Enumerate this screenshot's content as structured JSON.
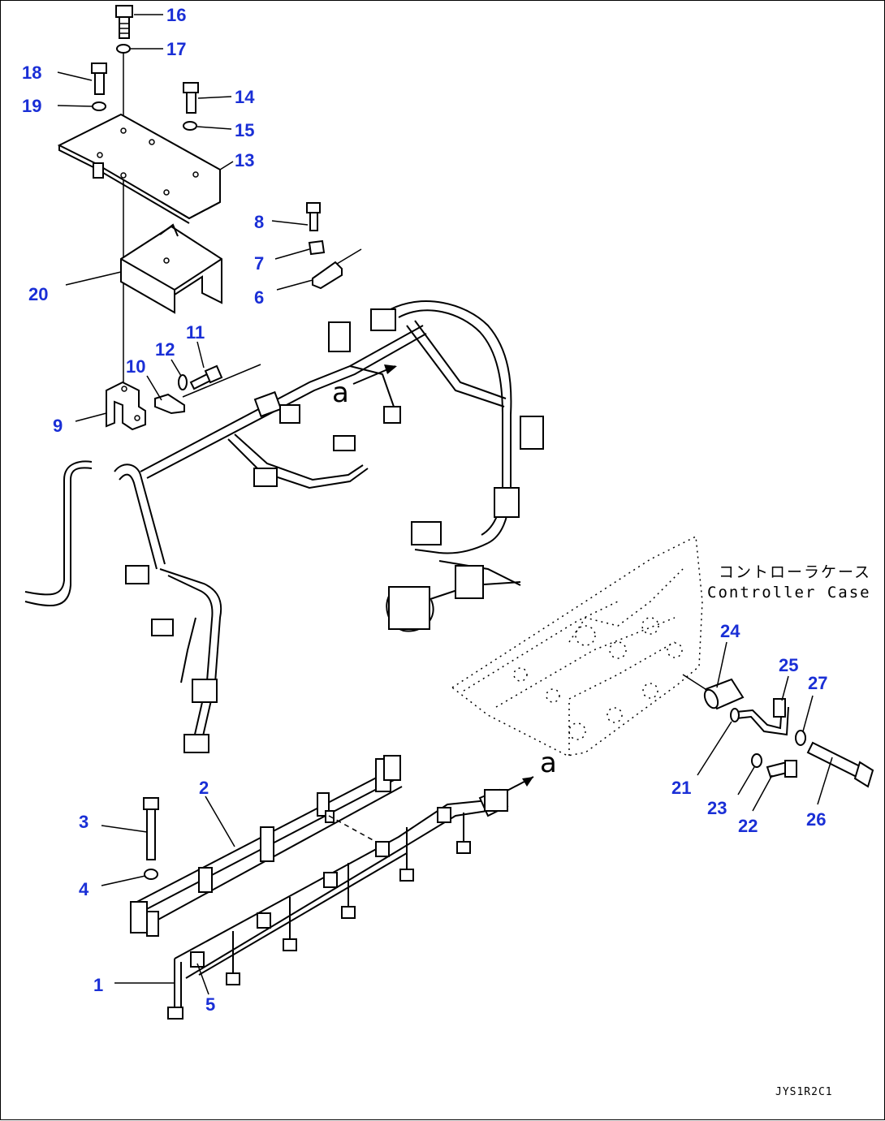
{
  "callouts": [
    "1",
    "2",
    "3",
    "4",
    "5",
    "6",
    "7",
    "8",
    "9",
    "10",
    "11",
    "12",
    "13",
    "14",
    "15",
    "16",
    "17",
    "18",
    "19",
    "20",
    "21",
    "22",
    "23",
    "24",
    "25",
    "26",
    "27"
  ],
  "view_marker": "a",
  "controller_case": {
    "label_jp": "コントローラケース",
    "label_en": "Controller Case"
  },
  "drawing_code": "JYS1R2C1",
  "colors": {
    "callout": "#1a2fd6",
    "line": "#000000",
    "background": "#ffffff"
  }
}
